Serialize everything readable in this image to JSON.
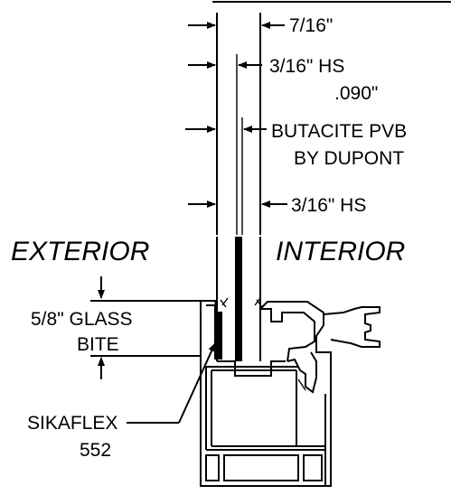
{
  "labels": {
    "dim_total": "7/16\"",
    "dim_hs_top": "3/16\" HS",
    "pvb_line1": ".090\"",
    "pvb_line2": "BUTACITE PVB",
    "pvb_line3": "BY DUPONT",
    "dim_hs_bottom": "3/16\" HS",
    "exterior": "EXTERIOR",
    "interior": "INTERIOR",
    "glass_bite_line1": "5/8\" GLASS",
    "glass_bite_line2": "BITE",
    "sikaflex_line1": "SIKAFLEX",
    "sikaflex_line2": "552"
  }
}
